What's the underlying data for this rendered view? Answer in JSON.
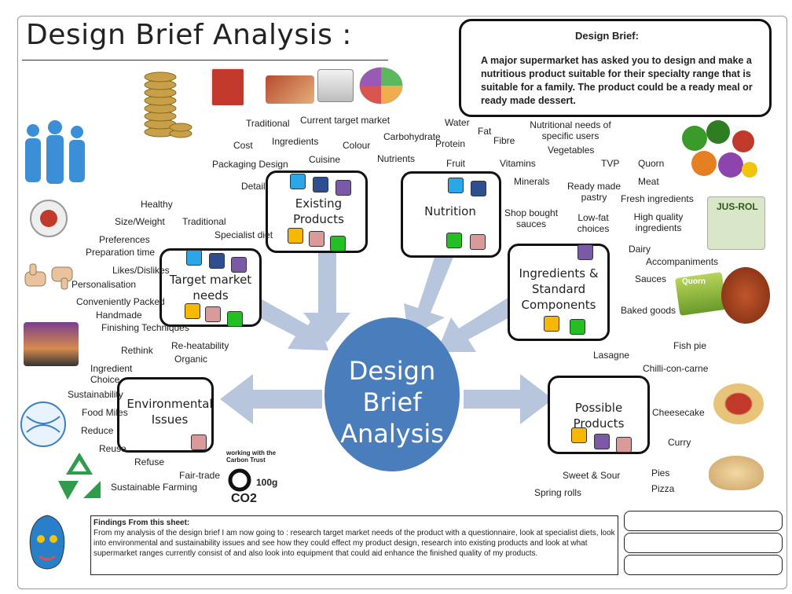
{
  "title": "Design Brief Analysis :",
  "brief": {
    "heading": "Design Brief:",
    "text": "A major supermarket has asked you  to design and make a nutritious product suitable for their specialty range that is suitable for a family. The product could be a ready meal or ready made dessert."
  },
  "center": {
    "label": "Design Brief Analysis"
  },
  "nodes": {
    "existing": "Existing Products",
    "nutrition": "Nutrition",
    "target": "Target market needs",
    "ingredients": "Ingredients & Standard Components",
    "environmental": "Environmental Issues",
    "possible": "Possible Products"
  },
  "words": {
    "traditional": "Traditional",
    "current_target": "Current target market",
    "water": "Water",
    "fat": "Fat",
    "nutritional_needs": "Nutritional needs of specific users",
    "cost": "Cost",
    "ingredients": "Ingredients",
    "colour": "Colour",
    "carbohydrate": "Carbohydrate",
    "protein": "Protein",
    "fibre": "Fibre",
    "vegetables": "Vegetables",
    "packaging": "Packaging Design",
    "cuisine": "Cuisine",
    "nutrients": "Nutrients",
    "fruit": "Fruit",
    "vitamins": "Vitamins",
    "tvp": "TVP",
    "quorn": "Quorn",
    "detail": "Detail",
    "minerals": "Minerals",
    "ready_pastry": "Ready made pastry",
    "meat": "Meat",
    "fresh_ingredients": "Fresh ingredients",
    "healthy": "Healthy",
    "shop_bought": "Shop bought sauces",
    "low_fat": "Low-fat choices",
    "high_quality": "High quality ingredients",
    "size_weight": "Size/Weight",
    "traditional2": "Traditional",
    "specialist": "Specialist diet",
    "preferences": "Preferences",
    "prep_time": "Preparation time",
    "dairy": "Dairy",
    "accompaniments": "Accompaniments",
    "likes": "Likes/Dislikes",
    "personalisation": "Personalisation",
    "sauces": "Sauces",
    "conv_packed": "Conveniently Packed",
    "handmade": "Handmade",
    "baked_goods": "Baked goods",
    "finishing": "Finishing Techniques",
    "fish_pie": "Fish pie",
    "rethink": "Rethink",
    "reheat": "Re-heatability",
    "organic": "Organic",
    "lasagne": "Lasagne",
    "ingredient_choice": "Ingredient Choice",
    "chilli": "Chilli-con-carne",
    "sustainability": "Sustainability",
    "food_miles": "Food Miles",
    "cheesecake": "Cheesecake",
    "reduce": "Reduce",
    "curry": "Curry",
    "reuse": "Reuse",
    "refuse": "Refuse",
    "pies": "Pies",
    "fair_trade": "Fair-trade",
    "sweet_sour": "Sweet & Sour",
    "pizza": "Pizza",
    "sust_farming": "Sustainable Farming",
    "spring_rolls": "Spring rolls"
  },
  "logos": {
    "carbon_trust": "working with the Carbon Trust",
    "co2_value": "100g",
    "co2_label": "CO2"
  },
  "product_labels": {
    "jus_rol": "JUS-ROL",
    "quorn_pack": "Quorn"
  },
  "findings": {
    "heading": "Findings From this sheet:",
    "text": "From my analysis of the design brief I am now going to : research target market needs of the product with a questionnaire, look at specialist diets, look into environmental and sustainability issues and see how they could effect my product design, research into existing products and look at what supermarket ranges currently consist of and also look into equipment that could aid enhance the finished quality of my products."
  },
  "colors": {
    "center": "#4a7dbb",
    "arrow": "#b7c6dd",
    "chip_blue": "#29a7e6",
    "chip_navy": "#2e4e8f",
    "chip_purple": "#7a5aa6",
    "chip_yellow": "#f6b800",
    "chip_pink": "#d99a9a",
    "chip_green": "#22c022"
  }
}
